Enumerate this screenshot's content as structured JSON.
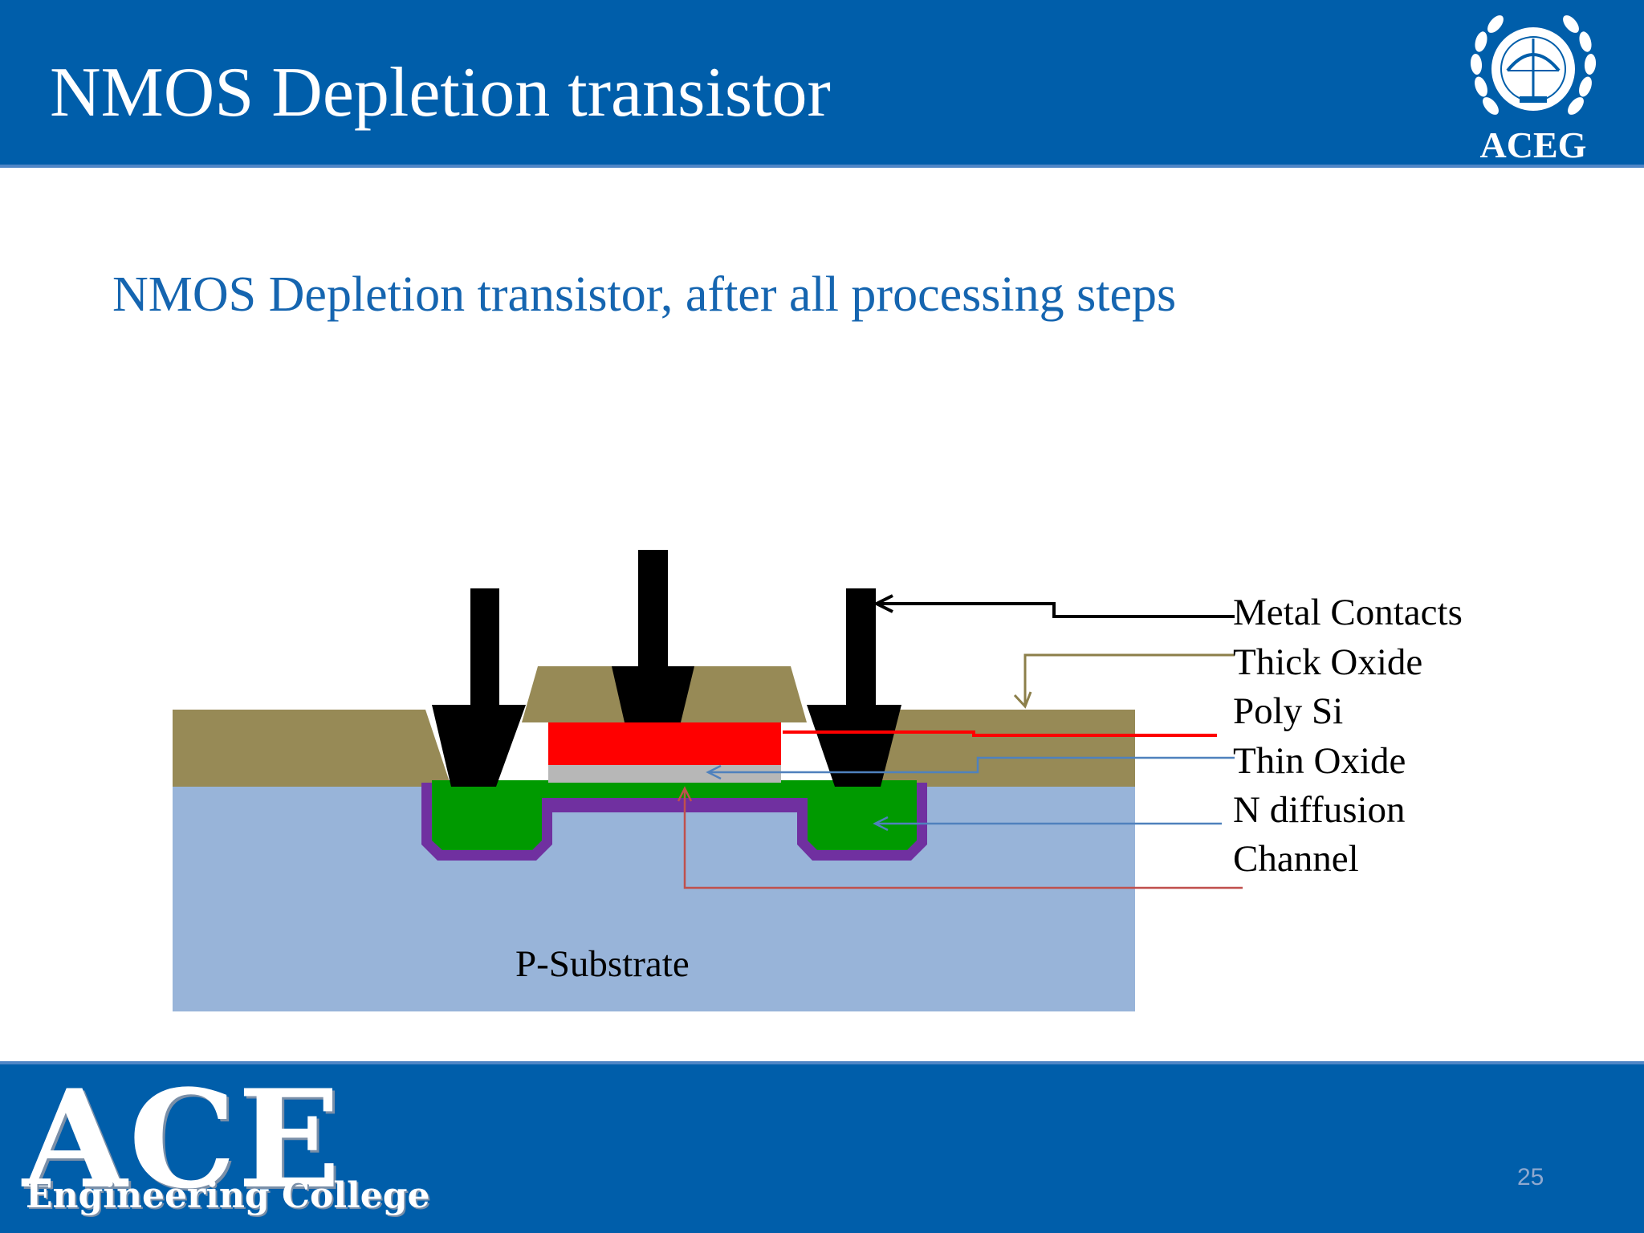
{
  "header": {
    "title": "NMOS Depletion transistor",
    "logo_text": "ACEG"
  },
  "subtitle": "NMOS Depletion transistor, after all processing steps",
  "diagram": {
    "labels": [
      "Metal Contacts",
      "Thick Oxide",
      "Poly Si",
      "Thin Oxide",
      "N diffusion",
      "Channel"
    ],
    "substrate_label": "P-Substrate",
    "colors": {
      "metal": "#000000",
      "thick_oxide": "#978a56",
      "poly_si": "#ff0000",
      "thin_oxide": "#b7b7b7",
      "n_diffusion": "#009a00",
      "channel": "#7030a0",
      "substrate": "#98b4d9"
    }
  },
  "footer": {
    "brand": "ACE",
    "brand_sub": "Engineering College",
    "page_number": "25"
  }
}
